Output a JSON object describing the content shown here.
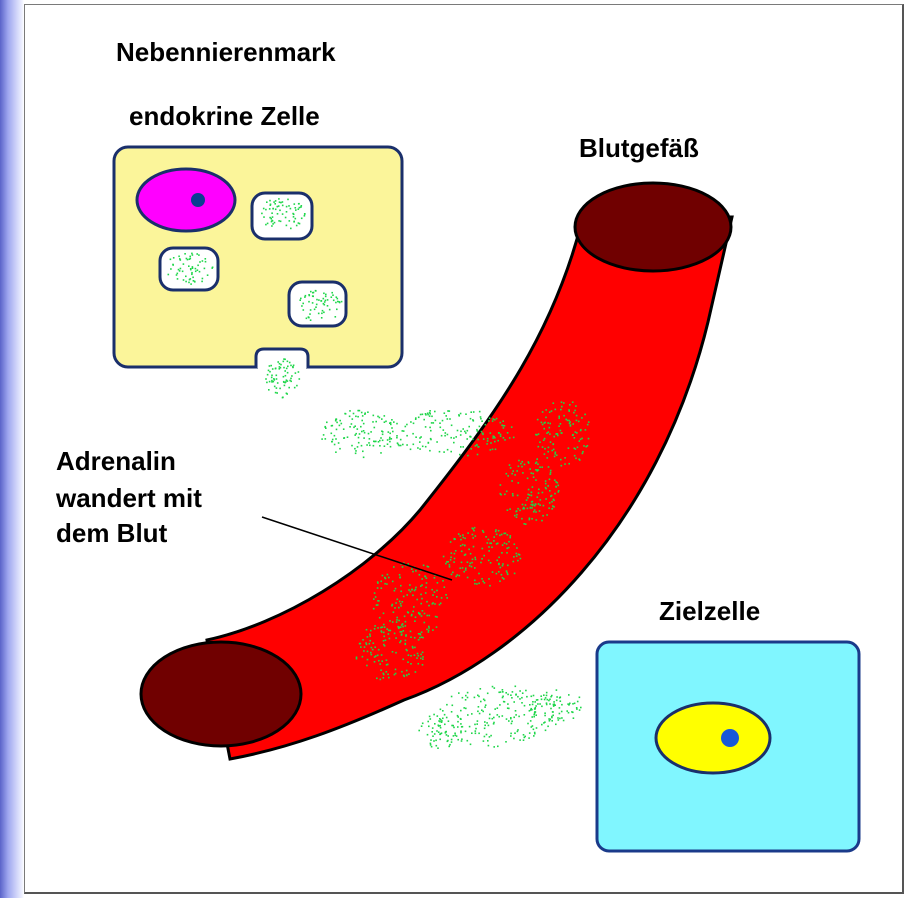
{
  "labels": {
    "adrenal_medulla": "Nebennierenmark",
    "endocrine_cell": "endokrine Zelle",
    "blood_vessel": "Blutgefäß",
    "adrenalin_line1": "Adrenalin",
    "adrenalin_line2": "wandert mit",
    "adrenalin_line3": "dem Blut",
    "target_cell": "Zielzelle"
  },
  "colors": {
    "endocrine_cell_fill": "#fbf59a",
    "cell_outline": "#1a2f6b",
    "nucleus_fill": "#ff00ff",
    "nucleolus": "#0b3d91",
    "vessel_red": "#ff0000",
    "vessel_end": "#700000",
    "target_cell_fill": "#80f6ff",
    "target_nucleus_fill": "#ffff00",
    "granule_green": "#1fd64a"
  }
}
